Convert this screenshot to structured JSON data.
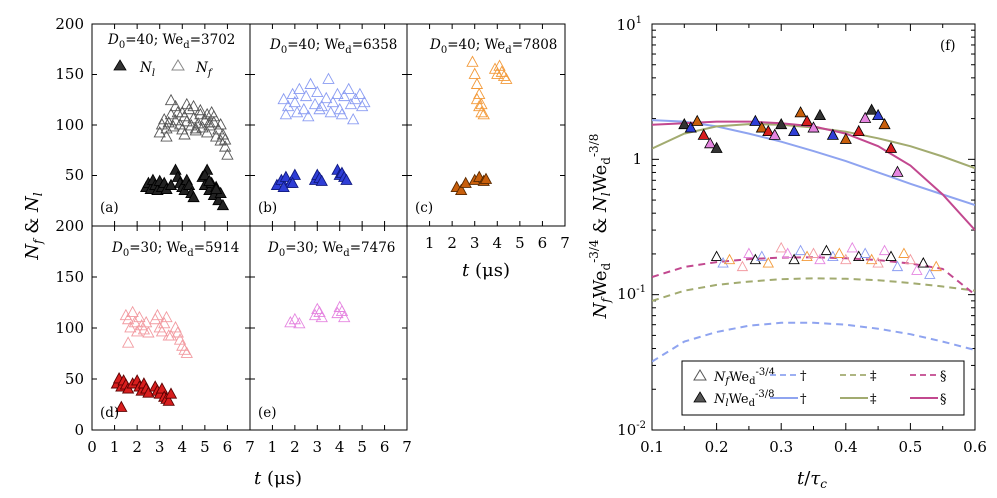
{
  "colors": {
    "black": "#000000",
    "blue": "#2f3ed6",
    "light_blue": "#8a9cf2",
    "orange": "#f39a3a",
    "orange_dark": "#c85f0c",
    "pink_light": "#f29aa0",
    "red": "#d81e1e",
    "magenta_light": "#e585e0",
    "gray": "#555555",
    "curve_blue": "#8fa4f0",
    "curve_olive": "#a2ab70",
    "curve_magenta": "#c2488f"
  },
  "left": {
    "ylabel": "N_f & N_l",
    "xlabel": "t (μs)",
    "panels": [
      {
        "id": "a",
        "tag": "(a)",
        "title": "D_0=40; We_d=3702",
        "legend": {
          "nl": "N_l",
          "nf": "N_f"
        }
      },
      {
        "id": "b",
        "tag": "(b)",
        "title": "D_0=40; We_d=6358"
      },
      {
        "id": "c",
        "tag": "(c)",
        "title": "D_0=40; We_d=7808"
      },
      {
        "id": "d",
        "tag": "(d)",
        "title": "D_0=30; We_d=5914"
      },
      {
        "id": "e",
        "tag": "(e)",
        "title": "D_0=30; We_d=7476"
      }
    ],
    "yticks_top": [
      "200",
      "150",
      "100",
      "50"
    ],
    "yticks_bottom": [
      "200",
      "150",
      "100",
      "50",
      "0"
    ],
    "xticks_bottom": [
      "0",
      "1",
      "2",
      "3",
      "4",
      "5",
      "6",
      "7",
      "1",
      "2",
      "3",
      "4",
      "5",
      "6",
      "7"
    ],
    "xticks_c": [
      "1",
      "2",
      "3",
      "4",
      "5",
      "6",
      "7"
    ]
  },
  "right": {
    "tag": "(f)",
    "ylabel": "N_f We_d^-3/4 & N_l We_d^-3/8",
    "xlabel": "t/τ_c",
    "xticks": [
      "0.1",
      "0.2",
      "0.3",
      "0.4",
      "0.5",
      "0.6"
    ],
    "yticks": [
      "10",
      "1",
      "10",
      "10"
    ],
    "ytick_exp": [
      "1",
      "",
      "-1",
      "-2"
    ],
    "legend": {
      "row1": "N_fWe_d^-3/4",
      "row2": "N_lWe_d^-3/8",
      "marks": [
        "†",
        "‡",
        "§"
      ]
    }
  },
  "chart_data": [
    {
      "type": "scatter",
      "title": "D_0=40; We_d=3702",
      "xlabel": "t (μs)",
      "ylabel": "N_f & N_l",
      "xlim": [
        0,
        7
      ],
      "ylim": [
        0,
        200
      ],
      "series": [
        {
          "name": "N_f",
          "x": [
            3.0,
            3.1,
            3.2,
            3.3,
            3.4,
            3.5,
            3.6,
            3.7,
            3.8,
            3.9,
            4.0,
            4.1,
            4.2,
            4.3,
            4.4,
            4.5,
            4.6,
            4.7,
            4.8,
            4.9,
            5.0,
            5.1,
            5.2,
            5.3,
            5.4,
            5.5,
            5.6,
            5.7,
            5.8,
            5.9,
            3.5,
            3.7,
            4.0,
            4.2,
            4.5,
            4.8,
            5.1,
            5.4,
            5.7,
            5.9,
            6.0,
            3.3,
            4.1,
            4.6,
            5.2
          ],
          "y": [
            92,
            100,
            105,
            96,
            102,
            110,
            98,
            104,
            112,
            100,
            95,
            108,
            103,
            115,
            99,
            106,
            94,
            101,
            110,
            97,
            104,
            92,
            99,
            112,
            102,
            88,
            95,
            84,
            90,
            78,
            124,
            118,
            112,
            120,
            118,
            114,
            110,
            108,
            100,
            85,
            70,
            88,
            90,
            96,
            102
          ]
        },
        {
          "name": "N_l",
          "x": [
            2.4,
            2.5,
            2.6,
            2.7,
            2.8,
            2.9,
            3.0,
            3.1,
            3.2,
            3.3,
            3.5,
            3.7,
            3.8,
            3.9,
            4.0,
            4.1,
            4.2,
            4.3,
            4.4,
            4.5,
            4.9,
            5.0,
            5.1,
            5.2,
            5.3,
            5.4,
            5.5,
            5.6,
            5.7,
            5.8,
            5.0,
            5.2,
            5.5
          ],
          "y": [
            38,
            42,
            36,
            45,
            40,
            35,
            44,
            38,
            42,
            36,
            40,
            55,
            48,
            42,
            38,
            35,
            45,
            40,
            32,
            28,
            48,
            40,
            55,
            35,
            42,
            30,
            38,
            25,
            32,
            20,
            50,
            44,
            36
          ]
        }
      ]
    },
    {
      "type": "scatter",
      "title": "D_0=40; We_d=6358",
      "xlabel": "t (μs)",
      "ylabel": "N_f & N_l",
      "xlim": [
        0,
        7
      ],
      "ylim": [
        0,
        200
      ],
      "series": [
        {
          "name": "N_f",
          "x": [
            1.5,
            1.7,
            1.9,
            2.0,
            2.2,
            2.4,
            2.5,
            2.7,
            2.9,
            3.0,
            3.2,
            3.4,
            3.5,
            3.7,
            3.9,
            4.0,
            4.2,
            4.4,
            4.5,
            4.7,
            4.9,
            5.0,
            5.1,
            1.6,
            2.1,
            2.6,
            3.1,
            3.6,
            4.1,
            4.6
          ],
          "y": [
            125,
            118,
            130,
            122,
            135,
            115,
            128,
            140,
            120,
            132,
            118,
            126,
            145,
            122,
            130,
            115,
            128,
            135,
            120,
            125,
            130,
            118,
            122,
            110,
            112,
            108,
            115,
            112,
            110,
            105
          ]
        },
        {
          "name": "N_l",
          "x": [
            1.2,
            1.4,
            1.6,
            1.8,
            2.0,
            2.9,
            3.0,
            3.1,
            3.2,
            3.9,
            4.0,
            4.1,
            4.2,
            4.3,
            1.5,
            1.9
          ],
          "y": [
            40,
            45,
            48,
            42,
            50,
            45,
            50,
            47,
            44,
            55,
            50,
            52,
            48,
            45,
            38,
            42
          ]
        }
      ]
    },
    {
      "type": "scatter",
      "title": "D_0=40; We_d=7808",
      "xlabel": "t (μs)",
      "xlim": [
        0,
        7
      ],
      "ylim": [
        0,
        200
      ],
      "series": [
        {
          "name": "N_f",
          "x": [
            2.9,
            3.0,
            3.1,
            3.2,
            3.3,
            3.4,
            3.1,
            3.2,
            3.3,
            3.9,
            4.0,
            4.1,
            4.2,
            4.3,
            4.4
          ],
          "y": [
            162,
            150,
            140,
            130,
            120,
            110,
            125,
            118,
            112,
            155,
            150,
            158,
            152,
            148,
            145
          ]
        },
        {
          "name": "N_l",
          "x": [
            2.2,
            2.4,
            2.6,
            3.0,
            3.2,
            3.4,
            3.5
          ],
          "y": [
            38,
            35,
            42,
            45,
            48,
            44,
            46
          ]
        }
      ]
    },
    {
      "type": "scatter",
      "title": "D_0=30; We_d=5914",
      "xlabel": "t (μs)",
      "ylabel": "N_f & N_l",
      "xlim": [
        0,
        7
      ],
      "ylim": [
        0,
        200
      ],
      "series": [
        {
          "name": "N_f",
          "x": [
            1.5,
            1.6,
            1.7,
            1.8,
            1.9,
            2.0,
            2.1,
            2.2,
            2.3,
            2.5,
            2.8,
            2.9,
            3.0,
            3.1,
            3.2,
            3.3,
            3.5,
            3.7,
            3.8,
            3.9,
            4.0,
            4.1,
            4.2,
            1.6,
            2.4,
            3.4
          ],
          "y": [
            112,
            108,
            100,
            115,
            105,
            96,
            110,
            102,
            98,
            95,
            108,
            112,
            100,
            96,
            104,
            110,
            92,
            100,
            95,
            88,
            82,
            78,
            75,
            85,
            105,
            92
          ]
        },
        {
          "name": "N_l",
          "x": [
            1.1,
            1.2,
            1.3,
            1.4,
            1.5,
            1.6,
            1.8,
            2.0,
            2.1,
            2.2,
            2.3,
            2.4,
            2.5,
            2.8,
            2.9,
            3.0,
            3.1,
            3.2,
            3.3,
            3.4,
            3.5,
            1.3
          ],
          "y": [
            45,
            50,
            42,
            48,
            44,
            40,
            45,
            48,
            42,
            38,
            45,
            40,
            36,
            42,
            38,
            35,
            40,
            32,
            30,
            28,
            35,
            22
          ]
        }
      ]
    },
    {
      "type": "scatter",
      "title": "D_0=30; We_d=7476",
      "xlabel": "t (μs)",
      "xlim": [
        0,
        7
      ],
      "ylim": [
        0,
        200
      ],
      "series": [
        {
          "name": "N_f",
          "x": [
            1.8,
            2.0,
            2.2,
            2.9,
            3.0,
            3.1,
            3.2,
            3.9,
            4.0,
            4.1,
            4.2
          ],
          "y": [
            105,
            108,
            104,
            112,
            118,
            115,
            110,
            114,
            120,
            116,
            110
          ]
        }
      ]
    },
    {
      "type": "scatter",
      "xlabel": "t/τ_c",
      "ylabel": "N_f We_d^-3/4 & N_l We_d^-3/8",
      "xlim": [
        0.1,
        0.6
      ],
      "ylim": [
        0.01,
        10
      ],
      "yscale": "log",
      "series": [
        {
          "name": "N_fWe_d^-3/4",
          "x": [
            0.2,
            0.21,
            0.22,
            0.24,
            0.25,
            0.26,
            0.27,
            0.28,
            0.3,
            0.31,
            0.32,
            0.33,
            0.34,
            0.35,
            0.36,
            0.37,
            0.38,
            0.39,
            0.4,
            0.41,
            0.42,
            0.43,
            0.44,
            0.45,
            0.46,
            0.47,
            0.48,
            0.49,
            0.5,
            0.51,
            0.52,
            0.53,
            0.54
          ],
          "y": [
            0.19,
            0.17,
            0.18,
            0.16,
            0.2,
            0.18,
            0.19,
            0.17,
            0.22,
            0.2,
            0.18,
            0.21,
            0.19,
            0.2,
            0.18,
            0.21,
            0.19,
            0.2,
            0.18,
            0.22,
            0.19,
            0.2,
            0.18,
            0.17,
            0.21,
            0.19,
            0.16,
            0.2,
            0.18,
            0.15,
            0.17,
            0.14,
            0.16
          ]
        },
        {
          "name": "N_lWe_d^-3/8",
          "x": [
            0.15,
            0.16,
            0.17,
            0.18,
            0.19,
            0.2,
            0.26,
            0.27,
            0.28,
            0.29,
            0.3,
            0.32,
            0.33,
            0.34,
            0.35,
            0.36,
            0.38,
            0.4,
            0.42,
            0.43,
            0.44,
            0.45,
            0.46,
            0.47,
            0.48
          ],
          "y": [
            1.8,
            1.7,
            1.9,
            1.5,
            1.3,
            1.2,
            1.9,
            1.7,
            1.6,
            1.5,
            1.8,
            1.6,
            2.2,
            1.9,
            1.7,
            2.1,
            1.5,
            1.4,
            1.6,
            2.0,
            2.3,
            2.1,
            1.8,
            1.2,
            0.8
          ]
        },
        {
          "name": "†",
          "x": [
            0.1,
            0.15,
            0.2,
            0.25,
            0.3,
            0.35,
            0.4,
            0.45,
            0.5,
            0.55,
            0.6
          ],
          "y": [
            0.032,
            0.045,
            0.053,
            0.059,
            0.062,
            0.062,
            0.06,
            0.056,
            0.051,
            0.045,
            0.039
          ]
        },
        {
          "name": "‡",
          "x": [
            0.1,
            0.15,
            0.2,
            0.25,
            0.3,
            0.35,
            0.4,
            0.45,
            0.5,
            0.55,
            0.6
          ],
          "y": [
            0.09,
            0.107,
            0.118,
            0.125,
            0.13,
            0.132,
            0.131,
            0.128,
            0.122,
            0.115,
            0.107
          ]
        },
        {
          "name": "§",
          "x": [
            0.1,
            0.15,
            0.2,
            0.25,
            0.3,
            0.35,
            0.4,
            0.45,
            0.5,
            0.55,
            0.6
          ],
          "y": [
            0.135,
            0.16,
            0.174,
            0.183,
            0.188,
            0.189,
            0.186,
            0.18,
            0.17,
            0.155,
            0.1
          ]
        },
        {
          "name": "†",
          "x": [
            0.1,
            0.15,
            0.2,
            0.25,
            0.3,
            0.35,
            0.4,
            0.45,
            0.5,
            0.55,
            0.6
          ],
          "y": [
            1.95,
            1.9,
            1.75,
            1.55,
            1.35,
            1.15,
            0.97,
            0.8,
            0.66,
            0.55,
            0.46
          ]
        },
        {
          "name": "‡",
          "x": [
            0.1,
            0.15,
            0.2,
            0.25,
            0.3,
            0.35,
            0.4,
            0.45,
            0.5,
            0.55,
            0.6
          ],
          "y": [
            1.2,
            1.55,
            1.75,
            1.82,
            1.8,
            1.72,
            1.6,
            1.43,
            1.25,
            1.05,
            0.86
          ]
        },
        {
          "name": "§",
          "x": [
            0.1,
            0.15,
            0.2,
            0.25,
            0.3,
            0.35,
            0.4,
            0.45,
            0.5,
            0.55,
            0.6
          ],
          "y": [
            1.8,
            1.85,
            1.9,
            1.9,
            1.85,
            1.75,
            1.55,
            1.25,
            0.9,
            0.55,
            0.3
          ]
        }
      ]
    }
  ]
}
